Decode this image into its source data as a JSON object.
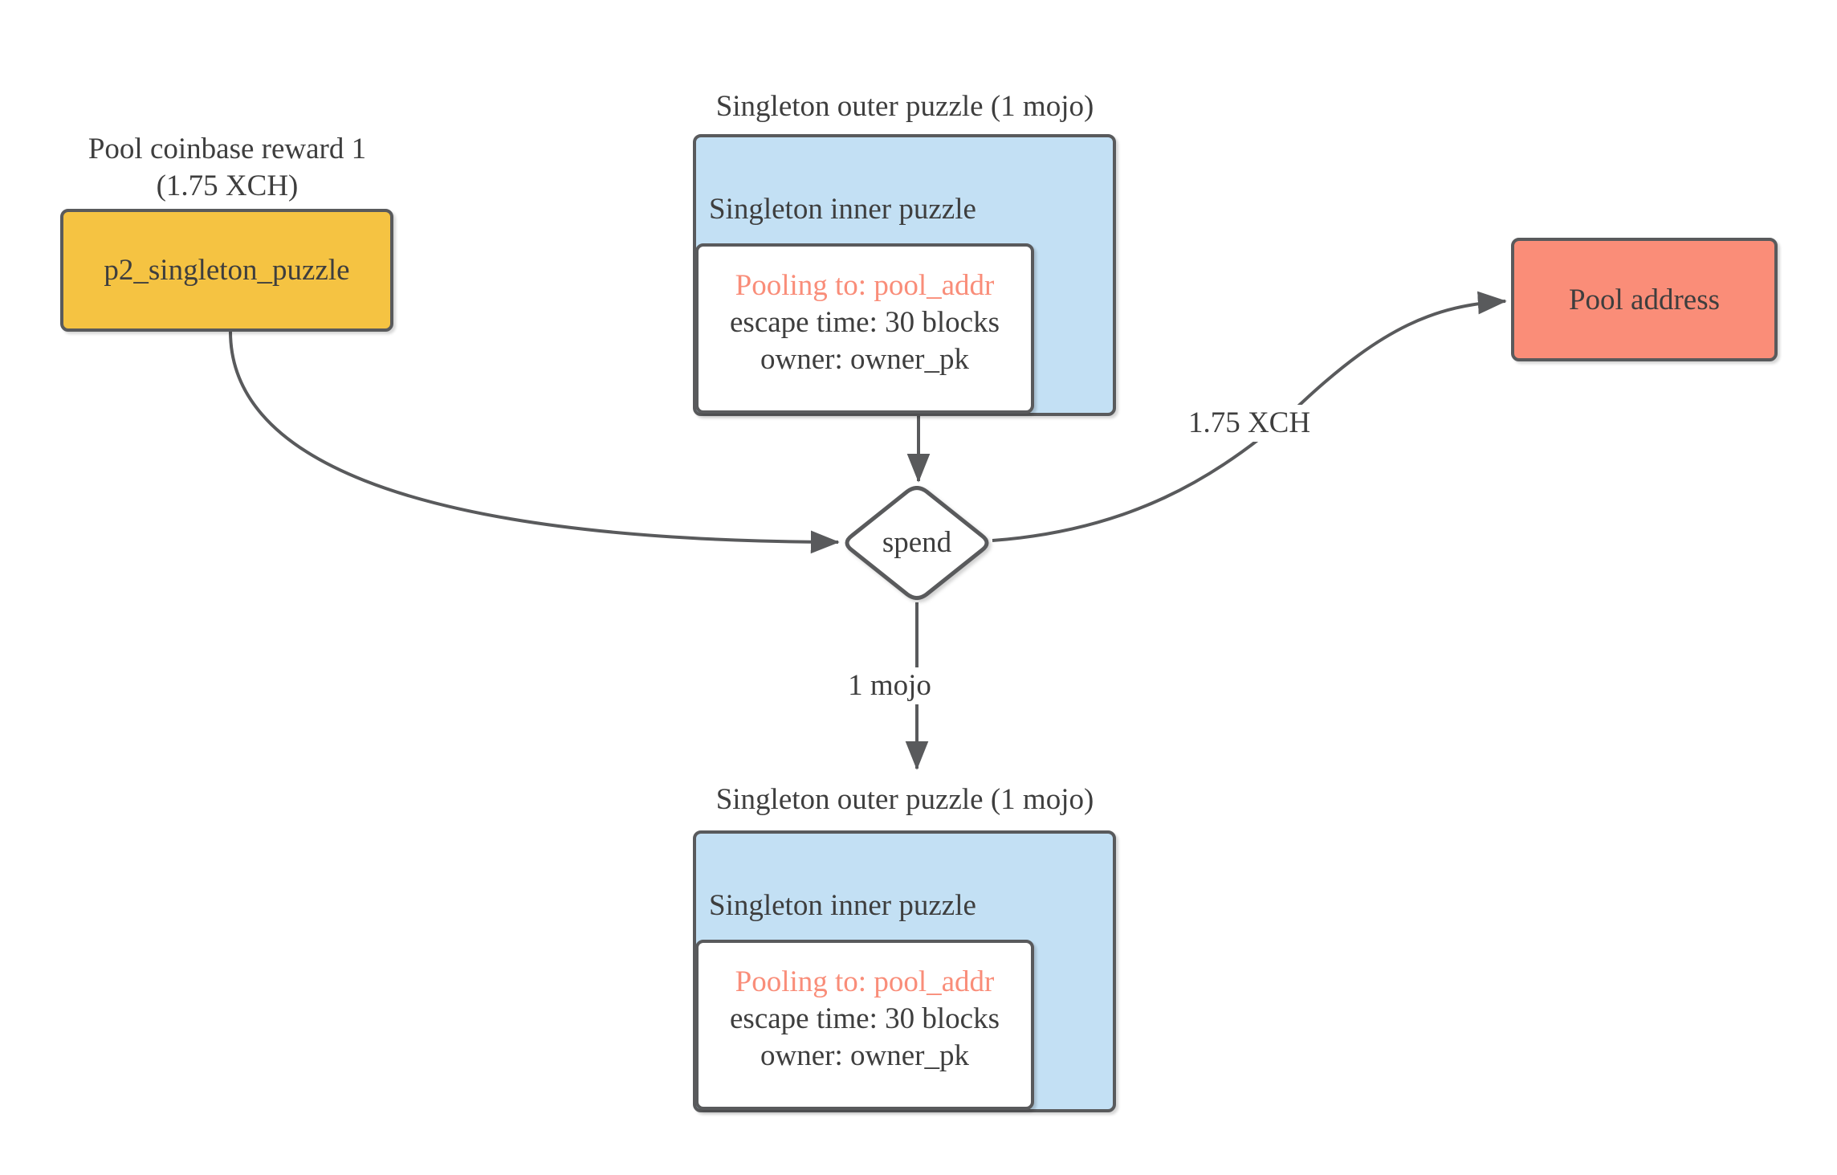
{
  "colors": {
    "bg": "#ffffff",
    "line": "#595a5c",
    "text": "#3e3e3e",
    "text-salmon": "#f98d79",
    "node-yellow": "#f5c342",
    "node-blue": "#c3e0f4",
    "node-salmon": "#fa8d78",
    "node-white": "#ffffff"
  },
  "nodes": {
    "coinbase_caption": {
      "line1": "Pool coinbase reward 1",
      "line2": "(1.75 XCH)"
    },
    "p2_singleton": {
      "label": "p2_singleton_puzzle"
    },
    "singleton_top": {
      "caption": "Singleton outer puzzle (1 mojo)",
      "inner_label": "Singleton inner puzzle",
      "pooling": "Pooling to: pool_addr",
      "escape": "escape time: 30 blocks",
      "owner": "owner: owner_pk"
    },
    "singleton_bottom": {
      "caption": "Singleton outer puzzle (1 mojo)",
      "inner_label": "Singleton inner puzzle",
      "pooling": "Pooling to: pool_addr",
      "escape": "escape time: 30 blocks",
      "owner": "owner: owner_pk"
    },
    "spend": {
      "label": "spend"
    },
    "pool_address": {
      "label": "Pool address"
    }
  },
  "edges": {
    "spend_to_pool": {
      "label": "1.75 XCH"
    },
    "spend_to_bottom": {
      "label": "1 mojo"
    }
  }
}
